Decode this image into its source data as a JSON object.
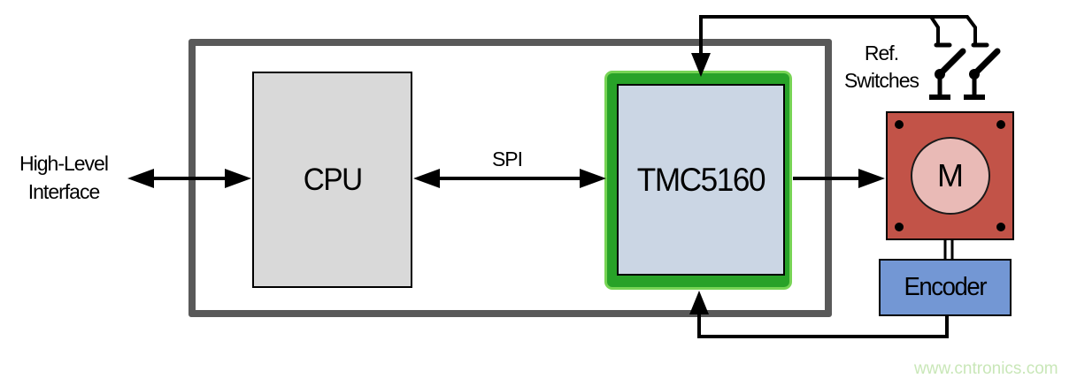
{
  "diagram_type": "block-diagram",
  "labels": {
    "high_level_line1": "High-Level",
    "high_level_line2": "Interface",
    "spi": "SPI",
    "cpu": "CPU",
    "tmc": "TMC5160",
    "ref_line1": "Ref.",
    "ref_line2": "Switches",
    "motor": "M",
    "encoder": "Encoder"
  },
  "watermark": "www.cntronics.com",
  "colors": {
    "outer-border": "#595959",
    "cpu-fill": "#d9d9d9",
    "tmc-fill": "#cbd6e4",
    "green": "#28a228",
    "green-light": "#77d455",
    "motor-fill": "#c25348",
    "motor-circle": "#e9bab6",
    "encoder-fill": "#7397d4",
    "watermark": "#c9e7b8"
  },
  "nodes": [
    {
      "id": "cpu",
      "label": "CPU"
    },
    {
      "id": "tmc5160",
      "label": "TMC5160",
      "highlight": "green"
    },
    {
      "id": "motor",
      "label": "M"
    },
    {
      "id": "encoder",
      "label": "Encoder"
    },
    {
      "id": "ref-switches",
      "label": "Ref. Switches"
    },
    {
      "id": "high-level-interface",
      "label": "High-Level Interface"
    }
  ],
  "connections": [
    {
      "from": "high-level-interface",
      "to": "cpu",
      "type": "bidirectional"
    },
    {
      "from": "cpu",
      "to": "tmc5160",
      "type": "bidirectional",
      "label": "SPI"
    },
    {
      "from": "tmc5160",
      "to": "motor",
      "type": "unidirectional"
    },
    {
      "from": "ref-switches",
      "to": "tmc5160",
      "type": "unidirectional"
    },
    {
      "from": "encoder",
      "to": "tmc5160",
      "type": "unidirectional"
    },
    {
      "from": "motor",
      "to": "encoder",
      "type": "shaft"
    }
  ]
}
